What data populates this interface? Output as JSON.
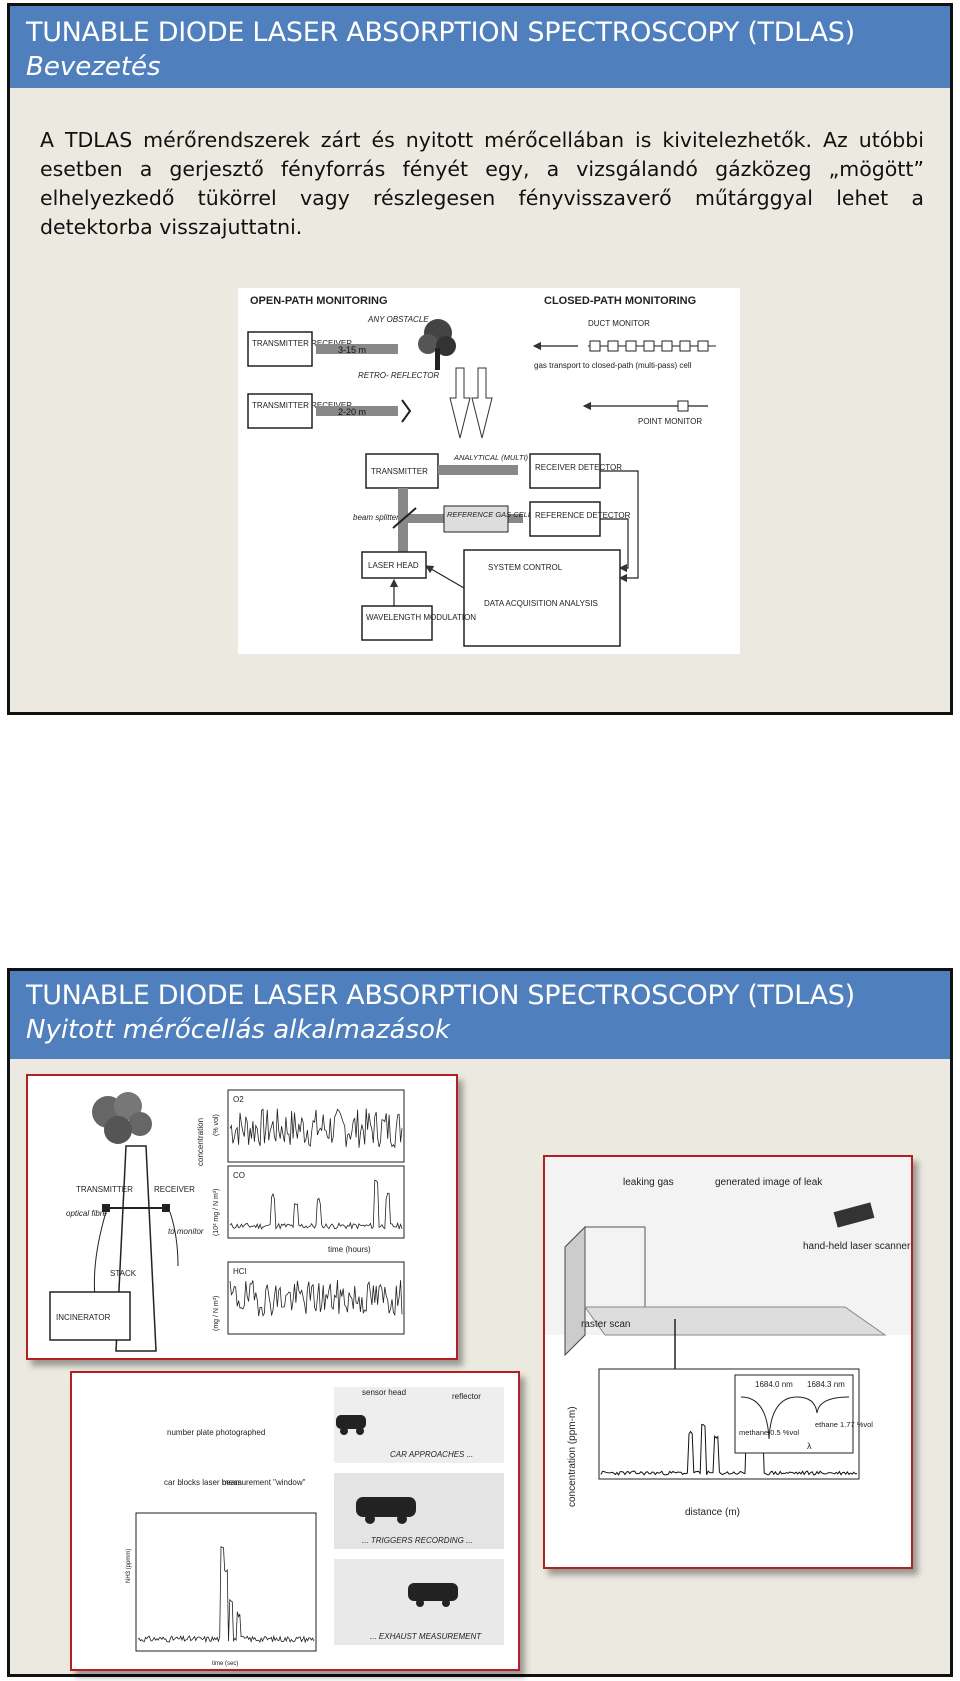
{
  "slide1": {
    "title": "TUNABLE DIODE LASER ABSORPTION SPECTROSCOPY (TDLAS)",
    "subtitle": "Bevezetés",
    "paragraph": "A TDLAS mérőrendszerek zárt és nyitott mérőcellában is kivitelezhetők. Az utóbbi esetben a gerjesztő fényforrás fényét egy, a vizsgálandó gázközeg „mögött” elhelyezkedő tükörrel vagy részlegesen fényvisszaverő műtárggyal lehet a detektorba visszajuttatni.",
    "diagram": {
      "open_path": "OPEN-PATH MONITORING",
      "closed_path": "CLOSED-PATH MONITORING",
      "any_obstacle": "ANY OBSTACLE",
      "transmitter_receiver": "TRANSMITTER RECEIVER",
      "range1": "3-15 m",
      "retro_reflector": "RETRO- REFLECTOR",
      "range2": "2-20 m",
      "duct_monitor": "DUCT MONITOR",
      "gas_transport": "gas transport to closed-path (multi-pass) cell",
      "point_monitor": "POINT MONITOR",
      "transmitter": "TRANSMITTER",
      "analytical_path": "ANALYTICAL (MULTI) PATH",
      "receiver_detector": "RECEIVER DETECTOR",
      "beam_splitter": "beam splitter",
      "reference_gas_cell": "REFERENCE GAS CELL",
      "reference_detector": "REFERENCE DETECTOR",
      "laser_head": "LASER HEAD",
      "system_control": "SYSTEM CONTROL",
      "data_acquisition": "DATA ACQUISITION ANALYSIS",
      "wavelength_modulation": "WAVELENGTH MODULATION"
    }
  },
  "slide2": {
    "title": "TUNABLE DIODE LASER ABSORPTION SPECTROSCOPY (TDLAS)",
    "subtitle": "Nyitott mérőcellás alkalmazások",
    "stack_fig": {
      "transmitter": "TRANSMITTER",
      "receiver": "RECEIVER",
      "optical_fibre": "optical fibre",
      "to_monitor": "to monitor",
      "stack": "STACK",
      "incinerator": "INCINERATOR",
      "o2": "O2",
      "co": "CO",
      "hcl": "HCl",
      "concentration": "concentration",
      "time_label": "time (hours)",
      "unit_o2": "(% vol)",
      "unit_co": "(10³ mg / N m³)",
      "unit_hcl": "(mg / N m³)"
    },
    "leak_fig": {
      "leaking_gas": "leaking gas",
      "generated_image": "generated image of leak",
      "scanner": "hand-held laser scanner",
      "raster_scan": "raster scan",
      "ylabel": "concentration (ppm-m)",
      "xlabel": "distance (m)",
      "peak1": "1684.0 nm",
      "peak2": "1684.3 nm",
      "methane": "methane 0.5 %vol",
      "ethane": "ethane 1.77 %vol",
      "lambda": "λ"
    },
    "car_fig": {
      "number_plate": "number plate photographed",
      "car_blocks": "car blocks laser beam",
      "window": "measurement \"window\"",
      "sensor_head": "sensor head",
      "reflector": "reflector",
      "approaches": "CAR APPROACHES ...",
      "triggers": "... TRIGGERS RECORDING ...",
      "exhaust": "... EXHAUST MEASUREMENT",
      "xlabel": "time (sec)",
      "ylabel": "NH3 (ppmm)"
    }
  }
}
